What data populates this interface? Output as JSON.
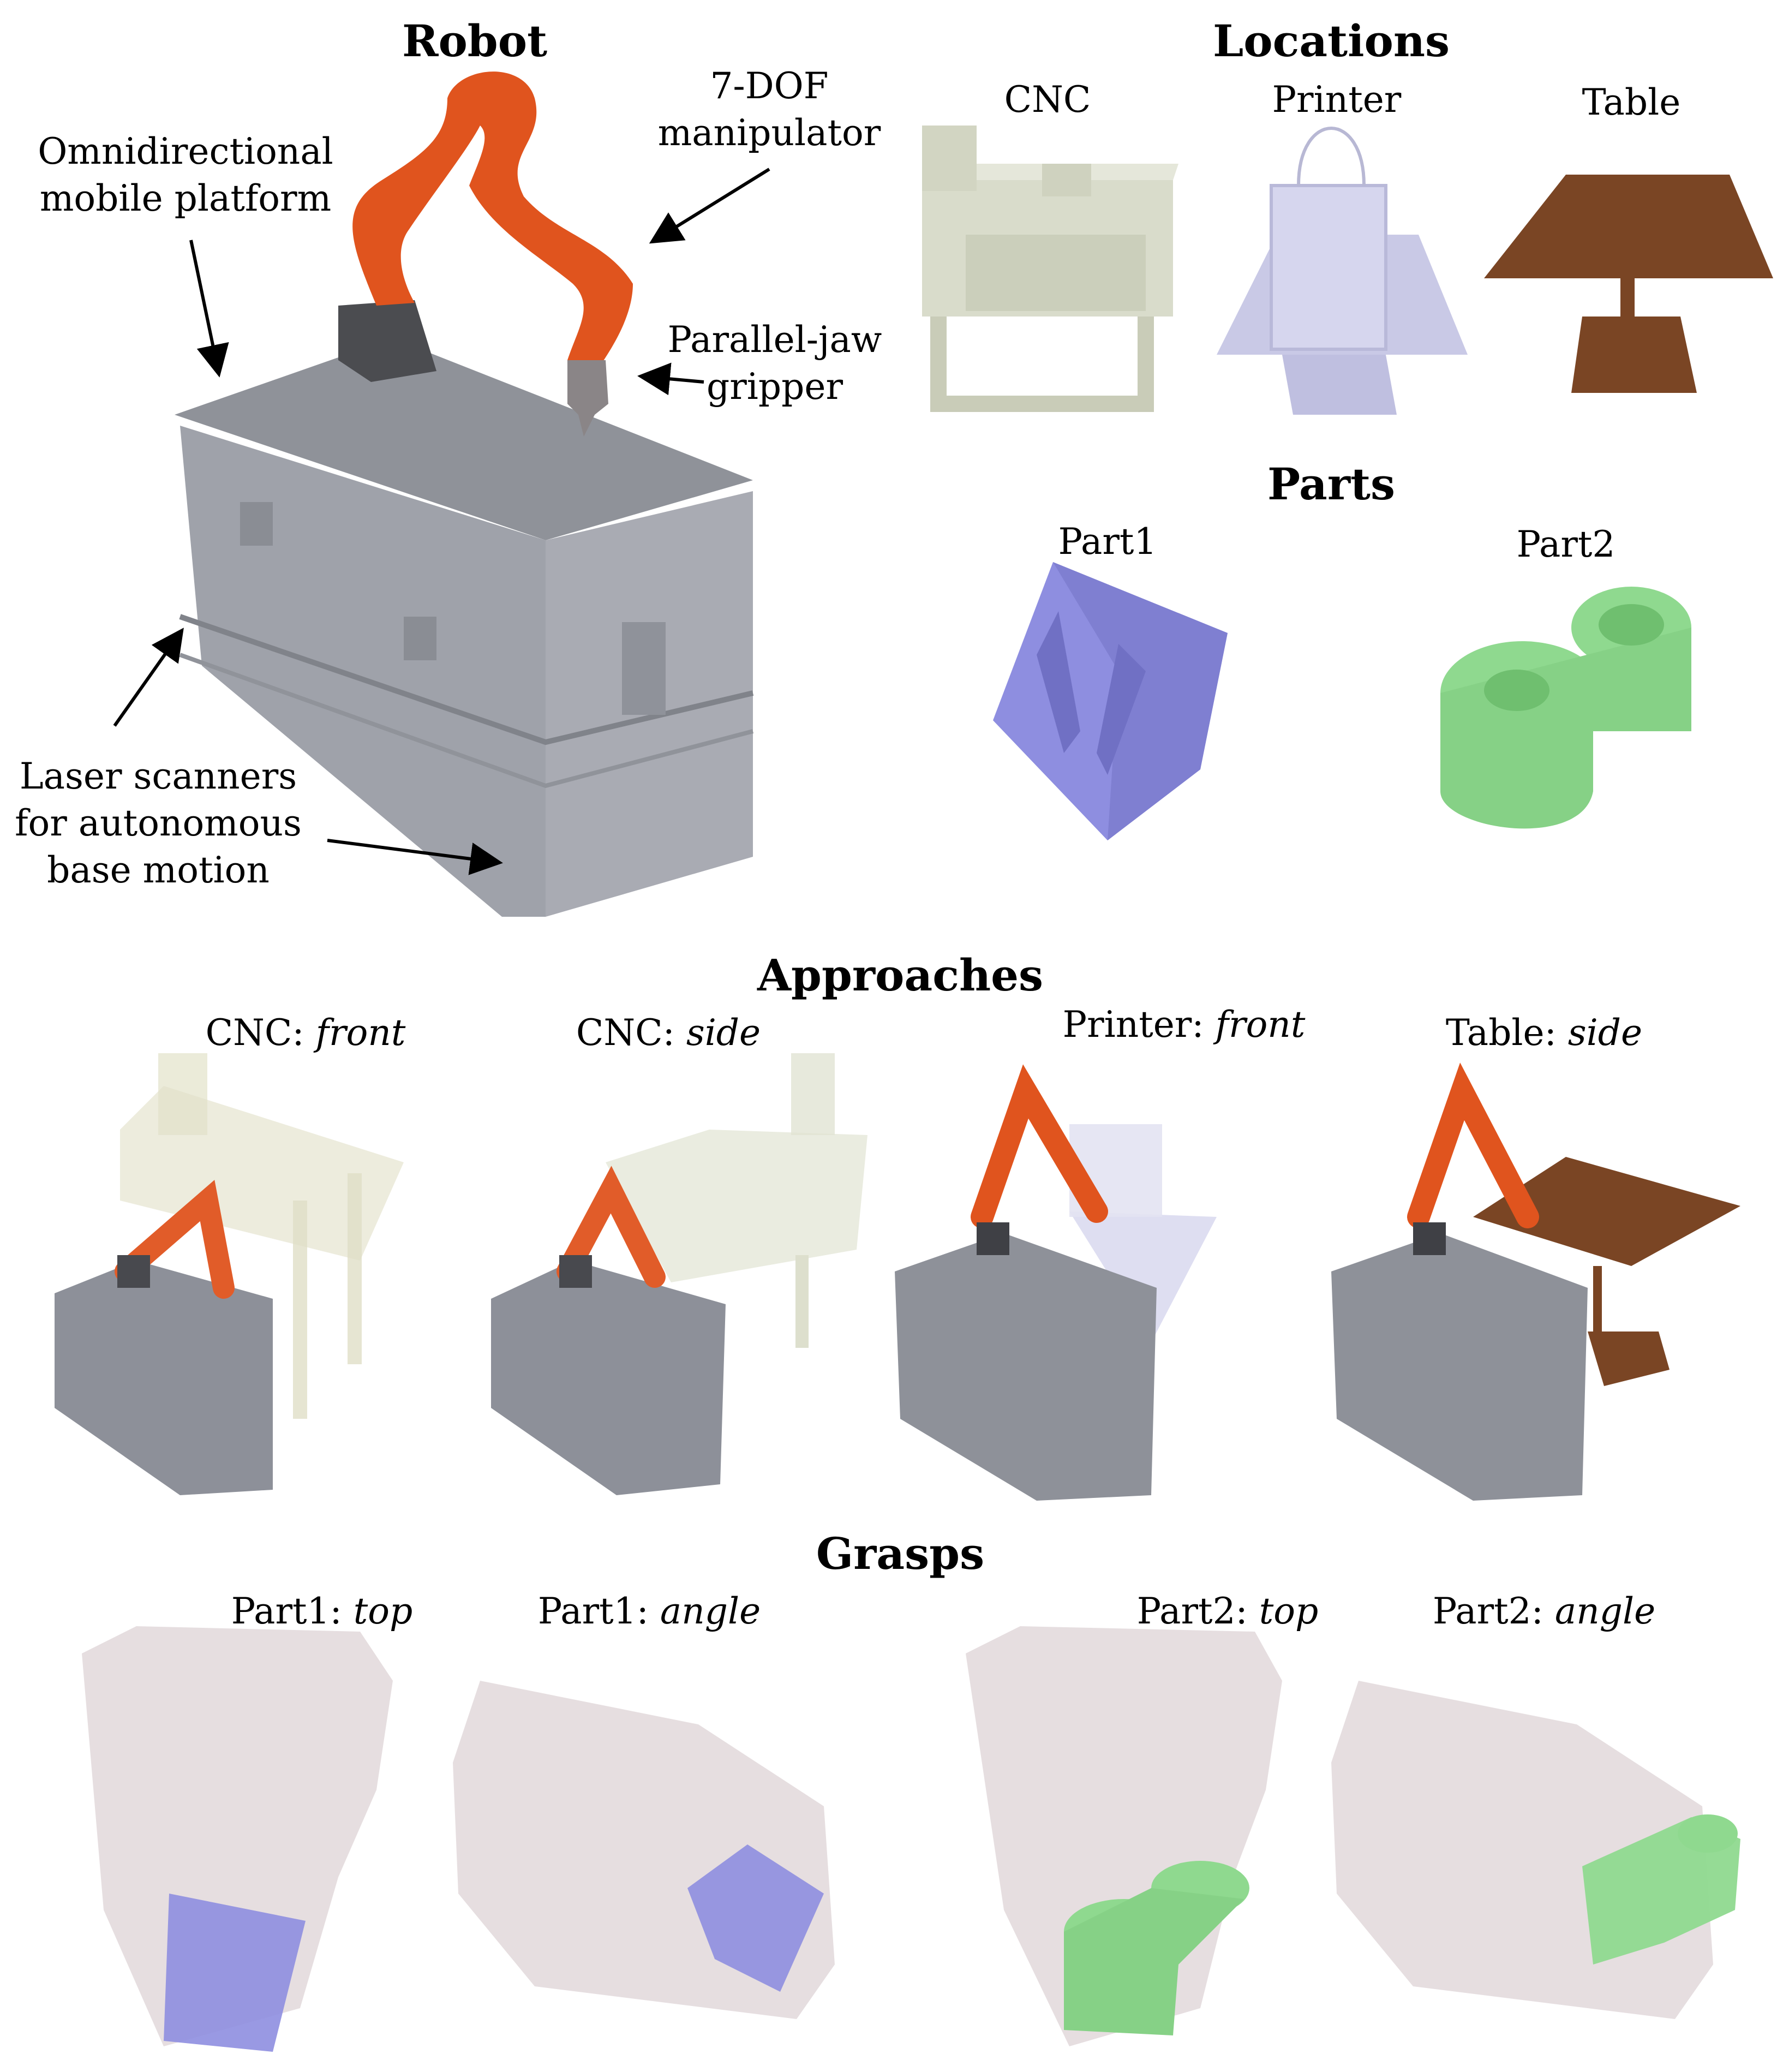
{
  "robot": {
    "title": "Robot",
    "annotations": {
      "platform": [
        "Omnidirectional",
        "mobile platform"
      ],
      "manipulator": [
        "7-DOF",
        "manipulator"
      ],
      "gripper": [
        "Parallel-jaw",
        "gripper"
      ],
      "scanners": [
        "Laser scanners",
        "for autonomous",
        "base motion"
      ]
    }
  },
  "locations": {
    "title": "Locations",
    "items": [
      "CNC",
      "Printer",
      "Table"
    ]
  },
  "parts": {
    "title": "Parts",
    "items": [
      "Part1",
      "Part2"
    ]
  },
  "approaches": {
    "title": "Approaches",
    "items": [
      {
        "name": "CNC:",
        "mode": "front"
      },
      {
        "name": "CNC:",
        "mode": "side"
      },
      {
        "name": "Printer:",
        "mode": "front"
      },
      {
        "name": "Table:",
        "mode": "side"
      }
    ]
  },
  "grasps": {
    "title": "Grasps",
    "items": [
      {
        "name": "Part1:",
        "mode": "top"
      },
      {
        "name": "Part1:",
        "mode": "angle"
      },
      {
        "name": "Part2:",
        "mode": "top"
      },
      {
        "name": "Part2:",
        "mode": "angle"
      }
    ]
  },
  "colors": {
    "arm": "#e0541e",
    "platform": "#a6a8b0",
    "cnc": "#d9dccb",
    "printer": "#c9c9e6",
    "table": "#7a4524",
    "part1": "#8e8ee0",
    "part2": "#8fd98f",
    "gripper_body": "#ddd3d6"
  }
}
